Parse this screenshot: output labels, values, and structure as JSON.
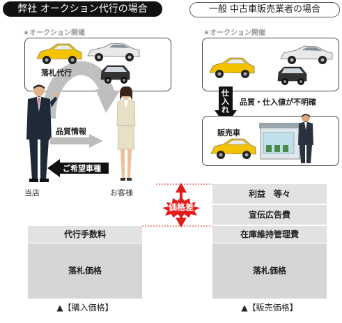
{
  "left_title": "弊社 オークション代行の場合",
  "right_title": "一般 中古車販売業者の場合",
  "auction_note_left": "★オークション開催",
  "auction_note_right": "★オークション開催",
  "left": {
    "bid_proxy_label": "落札代行",
    "quality_info_label": "品質情報",
    "desired_model_label": "ご希望車種",
    "store_label": "当店",
    "customer_label": "お客様",
    "fee_bar_label": "代行手数料",
    "winning_bid_label": "落札価格",
    "footer_label": "▲【購入価格】"
  },
  "right": {
    "purchase_label": "仕入れ",
    "unknown_label": "品質・仕入値が不明確",
    "dealer_car_label": "販売車",
    "profit_label": "利益　等々",
    "ad_cost_label": "宣伝広告費",
    "inventory_cost_label": "在庫維持管理費",
    "winning_bid_label": "落札価格",
    "footer_label": "▲【販売価格】"
  },
  "price_gap_label": "価格差",
  "colors": {
    "header_bg": "#111111",
    "bar_gray": "#d6d6d6",
    "price_gap": "#e21b1b",
    "car_yellow": "#f3c300",
    "arrow_gray": "#bdbdbd"
  }
}
